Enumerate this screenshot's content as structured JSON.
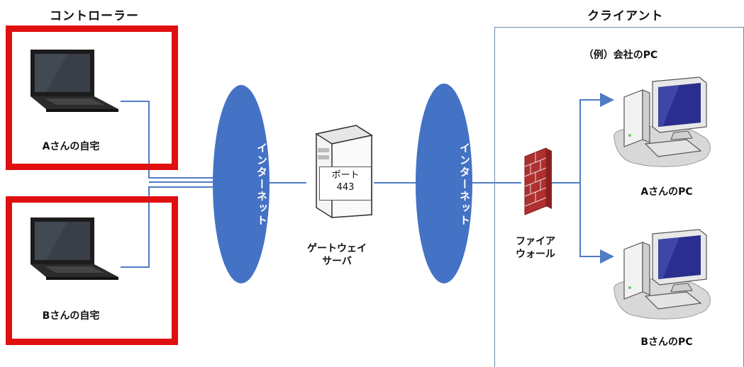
{
  "headers": {
    "controller": "コントローラー",
    "client": "クライアント"
  },
  "controllers": {
    "a_label": "Aさんの自宅",
    "b_label": "Bさんの自宅"
  },
  "internet": {
    "left_label": "インターネット",
    "right_label": "インターネット",
    "color": "#4472c4"
  },
  "gateway": {
    "port_line1": "ポート",
    "port_line2": "443",
    "label_line1": "ゲートウェイ",
    "label_line2": "サーバ"
  },
  "firewall": {
    "label_line1": "ファイア",
    "label_line2": "ウォール"
  },
  "client_area": {
    "example_label": "（例）会社のPC",
    "a_pc_label": "AさんのPC",
    "b_pc_label": "BさんのPC"
  },
  "colors": {
    "controller_border": "#e01010",
    "line": "#4f7cc4",
    "firewall": "#b03030"
  }
}
